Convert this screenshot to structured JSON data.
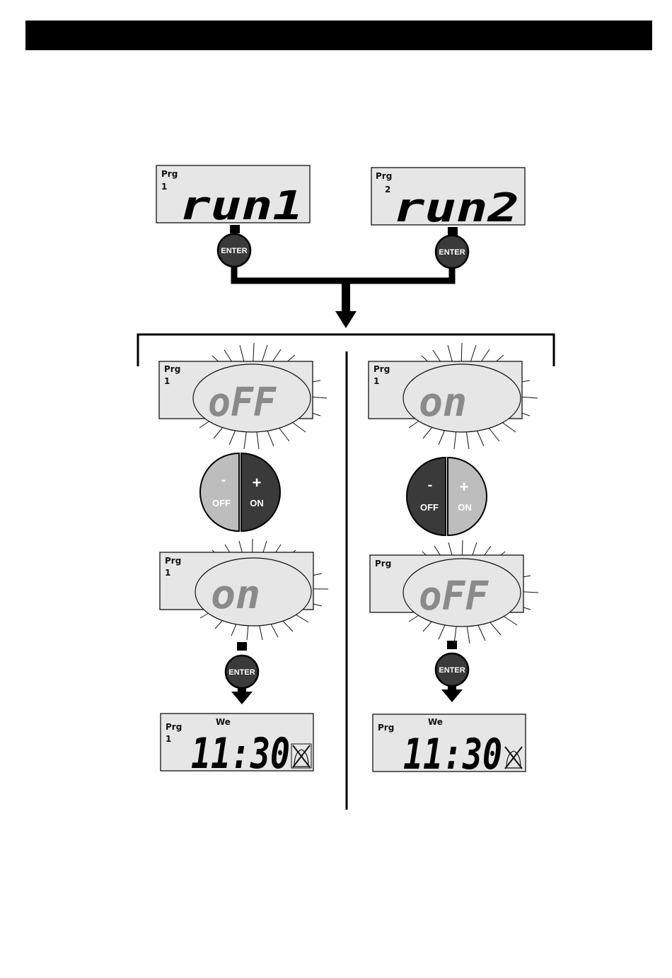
{
  "labels": {
    "prg": "Prg",
    "enter": "ENTER",
    "weekday": "We",
    "minus": "-",
    "plus": "+",
    "off_label": "OFF",
    "on_label": "ON"
  },
  "programs": {
    "p1": "1",
    "p2": "2"
  },
  "displays": {
    "run1": "run1",
    "run2": "run2",
    "off": "oFF",
    "on": "on",
    "time": "11:30"
  },
  "colors": {
    "lcd_background": "#e6e6e6",
    "button_dark": "#3a3a3a",
    "button_light": "#bdbdbd",
    "segment_dim": "#8a8a8a",
    "segment_active": "#000000"
  }
}
